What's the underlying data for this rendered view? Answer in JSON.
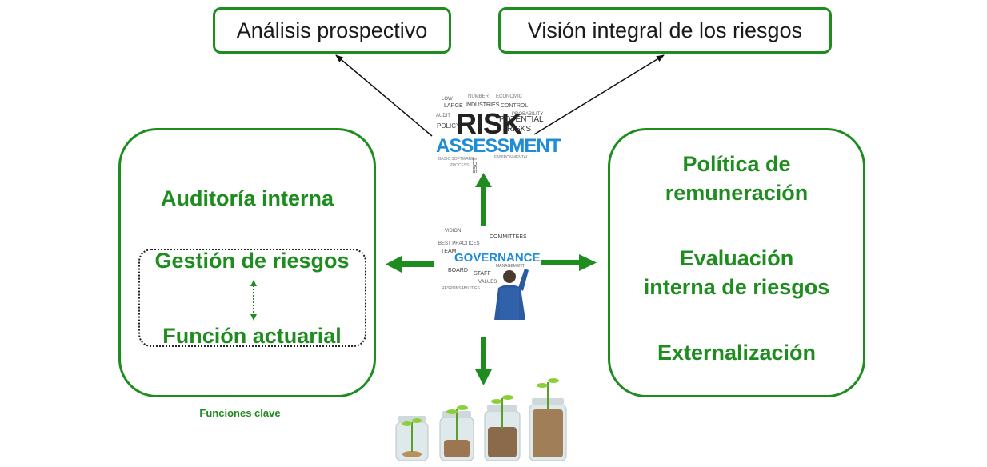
{
  "top_left_box": {
    "label": "Análisis prospectivo"
  },
  "top_right_box": {
    "label": "Visión integral de los riesgos"
  },
  "left_panel": {
    "item1": "Auditoría interna",
    "item2": "Gestión de riesgos",
    "item3": "Función actuarial",
    "caption": "Funciones clave"
  },
  "right_panel": {
    "item1_line1": "Política de",
    "item1_line2": "remuneración",
    "item2_line1": "Evaluación",
    "item2_line2": "interna de riesgos",
    "item3": "Externalización"
  },
  "risk_cloud": {
    "main1": "RISK",
    "main2": "ASSESSMENT",
    "words": [
      "POTENTIAL",
      "RISKS",
      "POLICY",
      "PROBABILITY",
      "INDUSTRIES",
      "LOSS"
    ]
  },
  "governance_cloud": {
    "main": "GOVERNANCE",
    "words": [
      "COMMITTEES",
      "BEST PRACTICES",
      "TEAM",
      "BOARD",
      "STAFF",
      "VALUES",
      "RESPONSABILITIES",
      "MANAGEMENT"
    ]
  },
  "colors": {
    "accent": "#1e8c1e",
    "risk_blue": "#1f8dd6",
    "text_dark": "#1a1a1a"
  }
}
